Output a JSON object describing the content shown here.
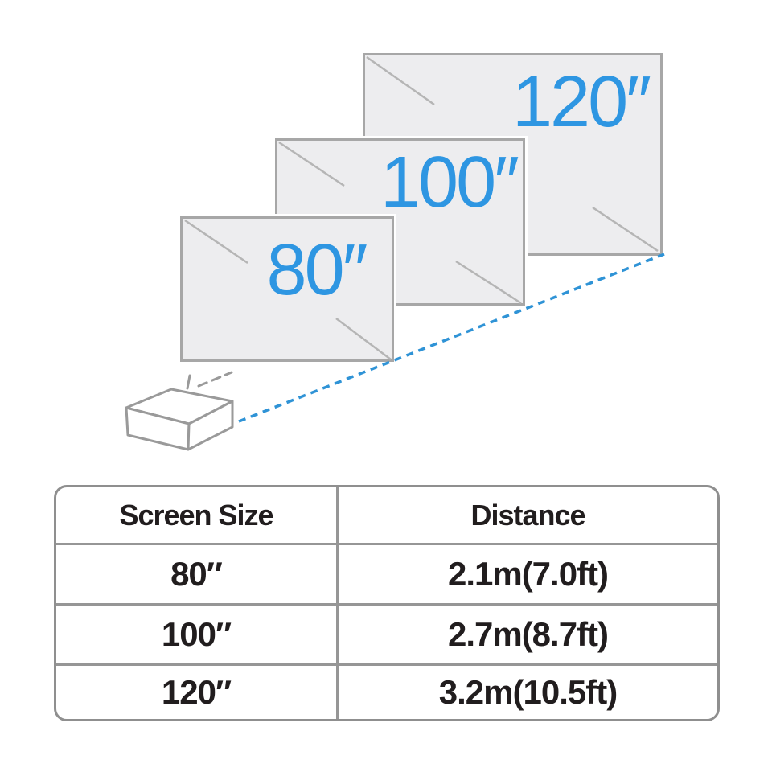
{
  "diagram": {
    "screens": [
      {
        "id": "screen-80",
        "label": "80″"
      },
      {
        "id": "screen-100",
        "label": "100″"
      },
      {
        "id": "screen-120",
        "label": "120″"
      }
    ],
    "icons": {
      "projector": "isometric-box-projector",
      "projection_beam": "blue-dashed-throw-line",
      "signal_marks": "gray-dashed-arrow"
    },
    "colors": {
      "accent_blue": "#2e96e2",
      "beam_blue": "#2f93d6",
      "screen_fill": "#ededef",
      "screen_border": "#a7a7a7",
      "line_gray": "#9a9a9a"
    }
  },
  "table": {
    "headers": [
      "Screen Size",
      "Distance"
    ],
    "rows": [
      [
        "80″",
        "2.1m(7.0ft)"
      ],
      [
        "100″",
        "2.7m(8.7ft)"
      ],
      [
        "120″",
        "3.2m(10.5ft)"
      ]
    ],
    "colors": {
      "border_gray": "#8f8f8f",
      "text_dark": "#211d1e"
    }
  }
}
